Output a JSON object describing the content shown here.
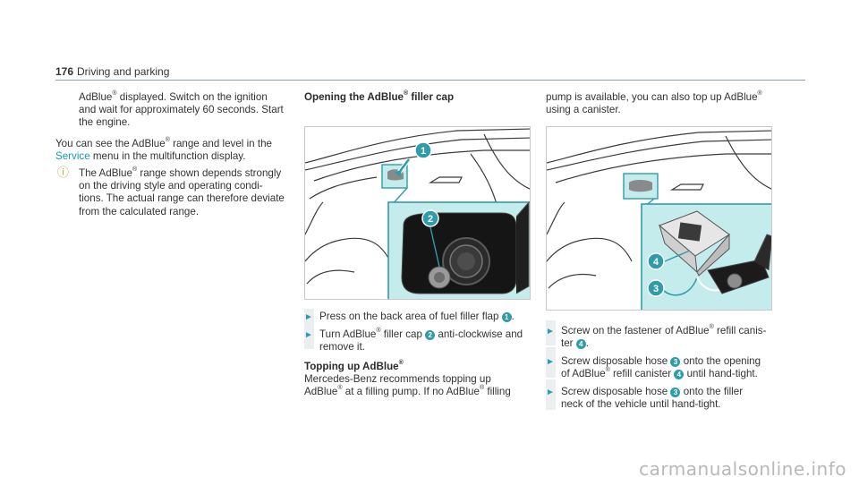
{
  "header": {
    "page_number": "176",
    "title": "Driving and parking"
  },
  "col1": {
    "p1_a": "AdBlue",
    "p1_b": " displayed. Switch on the ignition",
    "p1_c": "and wait for approximately 60 seconds. Start",
    "p1_d": "the engine.",
    "p2_a": "You can see the AdBlue",
    "p2_b": " range and level in the",
    "p2_link": "Service",
    "p2_c": " menu in the multifunction display.",
    "note_a": "The AdBlue",
    "note_b": " range shown depends strongly",
    "note_c": "on the driving style and operating condi-",
    "note_d": "tions. The actual range can therefore deviate",
    "note_e": "from the calculated range."
  },
  "col2": {
    "heading_a": "Opening the AdBlue",
    "heading_b": " filler cap",
    "step1": "Press on the back area of fuel filler flap",
    "step2_a": "Turn AdBlue",
    "step2_b": " filler cap",
    "step2_c": " anti-clockwise and",
    "step2_d": "remove it.",
    "heading2": "Topping up AdBlue",
    "p_a": "Mercedes-Benz recommends topping up",
    "p_b": "AdBlue",
    "p_c": " at a filling pump. If no AdBlue",
    "p_d": " filling"
  },
  "col3": {
    "p_a": "pump is available, you can also top up AdBlue",
    "p_b": "using a canister.",
    "step1_a": "Screw on the fastener of AdBlue",
    "step1_b": " refill canis-",
    "step1_c": "ter",
    "step2_a": "Screw disposable hose",
    "step2_b": " onto the opening",
    "step2_c": "of AdBlue",
    "step2_d": " refill canister",
    "step2_e": " until hand-tight.",
    "step3_a": "Screw disposable hose",
    "step3_b": " onto the filler",
    "step3_c": "neck of the vehicle until hand-tight."
  },
  "callouts": {
    "n1": "1",
    "n2": "2",
    "n3": "3",
    "n4": "4"
  },
  "symbols": {
    "reg": "®",
    "info": "ⓘ",
    "arrow": "►",
    "period": "."
  },
  "watermark": "carmanualsonline.info",
  "colors": {
    "accent": "#2f9ca9",
    "highlight": "#c5ecec",
    "link": "#169cb2",
    "info": "#c3a23a"
  }
}
